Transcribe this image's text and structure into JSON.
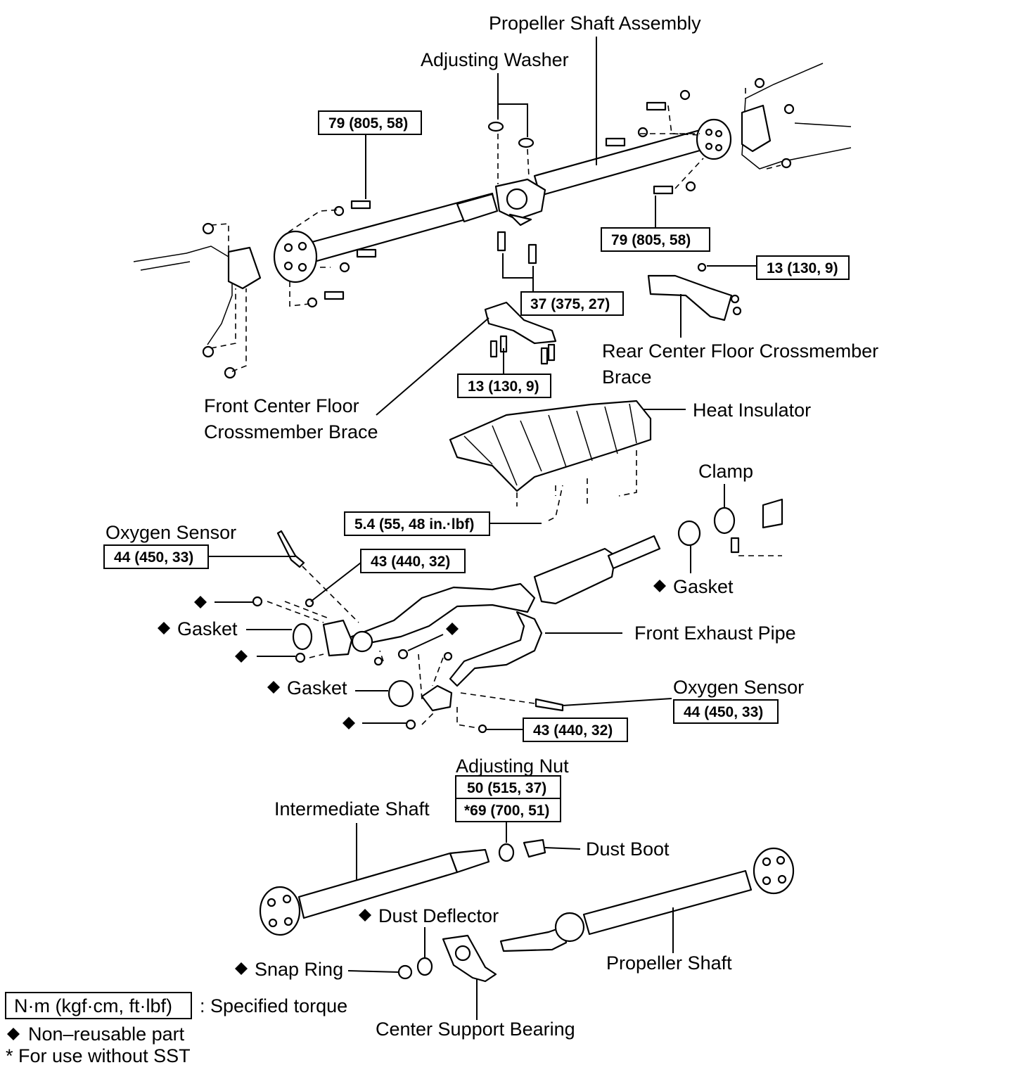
{
  "labels": {
    "propeller_shaft_assembly": "Propeller Shaft Assembly",
    "adjusting_washer": "Adjusting Washer",
    "rear_center_brace_line1": "Rear Center Floor Crossmember",
    "rear_center_brace_line2": "Brace",
    "front_center_brace_line1": "Front Center Floor",
    "front_center_brace_line2": "Crossmember Brace",
    "heat_insulator": "Heat Insulator",
    "clamp": "Clamp",
    "oxygen_sensor_top": "Oxygen Sensor",
    "gasket_right": "Gasket",
    "front_exhaust_pipe": "Front Exhaust Pipe",
    "gasket_left": "Gasket",
    "gasket_bottom": "Gasket",
    "oxygen_sensor_bottom": "Oxygen Sensor",
    "adjusting_nut": "Adjusting Nut",
    "intermediate_shaft": "Intermediate Shaft",
    "dust_boot": "Dust Boot",
    "dust_deflector": "Dust Deflector",
    "snap_ring": "Snap Ring",
    "propeller_shaft": "Propeller Shaft",
    "center_support_bearing": "Center Support Bearing"
  },
  "torques": {
    "front_flange": "79 (805, 58)",
    "rear_flange": "79 (805, 58)",
    "center_bearing_bolts": "37 (375, 27)",
    "rear_brace": "13 (130, 9)",
    "front_brace": "13 (130, 9)",
    "heat_insulator": "5.4 (55, 48 in.·lbf)",
    "oxygen_sensor_top": "44 (450, 33)",
    "exhaust_nut_top": "43 (440, 32)",
    "exhaust_nut_bottom": "43 (440, 32)",
    "oxygen_sensor_bottom": "44 (450, 33)",
    "adjusting_nut_1": "50 (515, 37)",
    "adjusting_nut_2": "*69 (700, 51)"
  },
  "legend": {
    "torque_unit": "N·m (kgf·cm, ft·lbf)",
    "torque_desc": ": Specified torque",
    "non_reusable": "Non–reusable part",
    "sst_note": "* For use without SST"
  },
  "symbols": {
    "non_reusable_mark": "diamond-icon"
  }
}
